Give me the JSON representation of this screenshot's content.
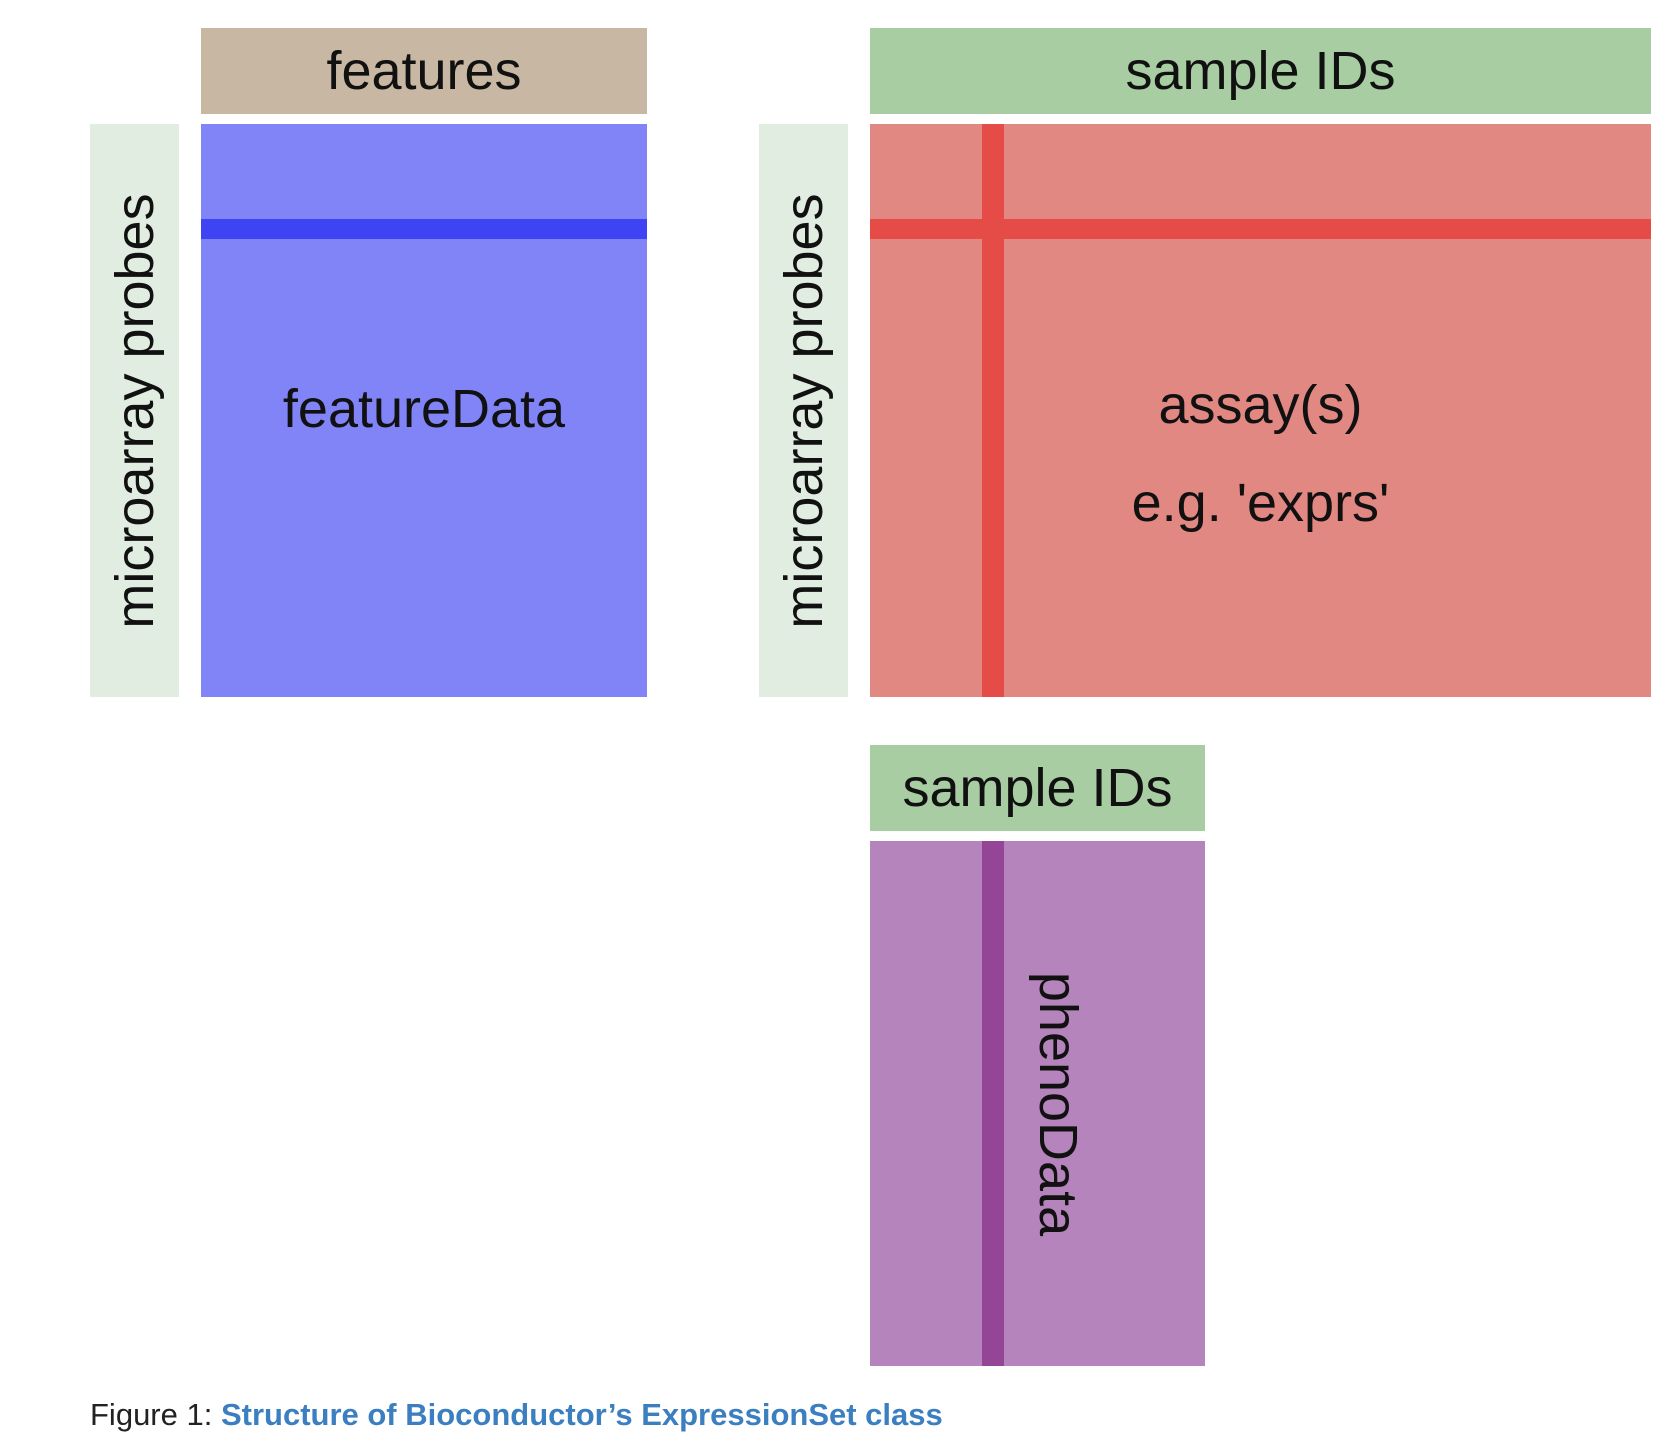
{
  "colors": {
    "header_features": "#c8b7a2",
    "header_samples": "#a8cda2",
    "probe_label_bg": "#e2ede2",
    "feature_data": "#8084f7",
    "feature_stripe": "#3e44f4",
    "assay": "#e28883",
    "assay_stripe": "#e54c48",
    "pheno": "#b584bc",
    "pheno_stripe": "#944595",
    "caption_link": "#3b7fc0"
  },
  "feature_panel": {
    "header": "features",
    "side_label": "microarray probes",
    "body_label": "featureData"
  },
  "assay_panel": {
    "header": "sample IDs",
    "side_label": "microarray probes",
    "body_label": "assay(s)",
    "body_example": "e.g. 'exprs'"
  },
  "pheno_panel": {
    "header": "sample IDs",
    "body_label": "phenoData"
  },
  "caption": {
    "prefix": "Figure 1: ",
    "title": "Structure of Bioconductor’s ExpressionSet class"
  }
}
